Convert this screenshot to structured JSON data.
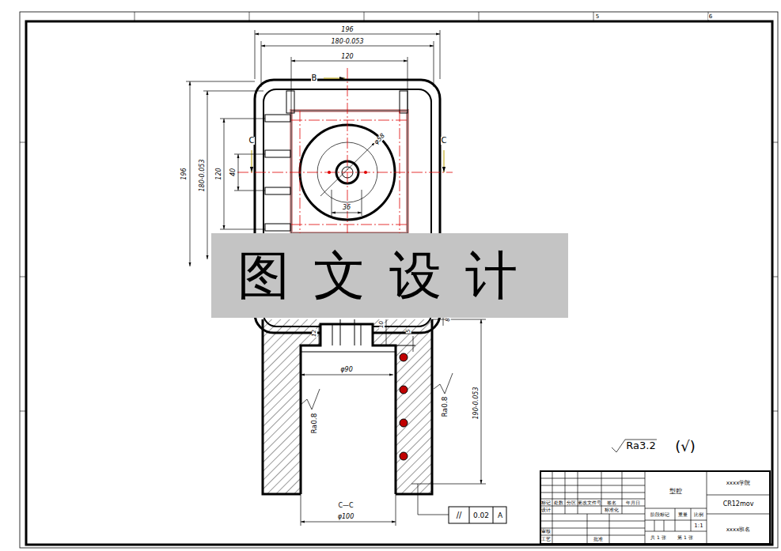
{
  "diagram": {
    "labels": [
      "5",
      "6",
      "196",
      "180-0.053",
      "120",
      "B",
      "C",
      "C",
      "φ58",
      "40",
      "120",
      "180-0.053",
      "196",
      "36",
      "图文设计",
      "12",
      "10",
      "5",
      "8",
      "φ90",
      "Ra0.8",
      "Ra0.8",
      "190-0.053",
      "C—C",
      "φ100",
      "//",
      "0.02",
      "A",
      "Ra3.2",
      "(√)",
      "标记",
      "处数",
      "分区",
      "更改文件号",
      "签名",
      "年月日",
      "设计",
      "标准化",
      "阶段标记",
      "重量",
      "比例",
      "审核",
      "工艺",
      "批准",
      "共 1 张",
      "第 1 张",
      "1:1",
      "型腔",
      "xxxx学院",
      "CR12mov",
      "xxxx班名"
    ]
  }
}
